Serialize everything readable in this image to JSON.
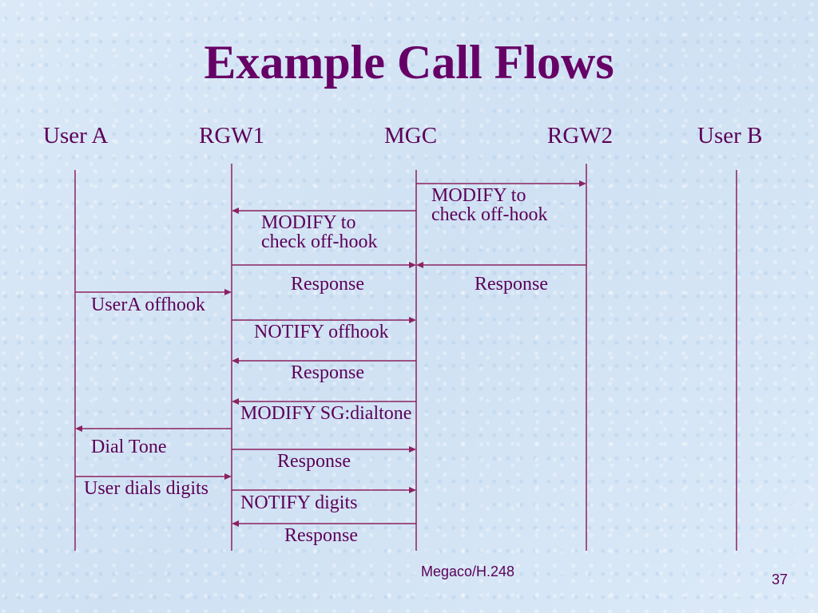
{
  "title": "Example Call Flows",
  "entities": [
    "User A",
    "RGW1",
    "MGC",
    "RGW2",
    "User B"
  ],
  "colors": {
    "text": "#660066",
    "line": "#8b2262",
    "background": "#d6e6f5"
  },
  "messages": [
    {
      "from": "MGC",
      "to": "RGW2",
      "label": "MODIFY to\ncheck off-hook"
    },
    {
      "from": "MGC",
      "to": "RGW1",
      "label": "MODIFY to\ncheck off-hook"
    },
    {
      "from": "RGW1",
      "to": "MGC",
      "label": "Response"
    },
    {
      "from": "RGW2",
      "to": "MGC",
      "label": "Response"
    },
    {
      "from": "User A",
      "to": "RGW1",
      "label": "UserA offhook"
    },
    {
      "from": "RGW1",
      "to": "MGC",
      "label": "NOTIFY offhook"
    },
    {
      "from": "MGC",
      "to": "RGW1",
      "label": "Response"
    },
    {
      "from": "MGC",
      "to": "RGW1",
      "label": "MODIFY SG:dialtone"
    },
    {
      "from": "RGW1",
      "to": "User A",
      "label": "Dial Tone"
    },
    {
      "from": "RGW1",
      "to": "MGC",
      "label": "Response"
    },
    {
      "from": "User A",
      "to": "RGW1",
      "label": "User dials digits"
    },
    {
      "from": "RGW1",
      "to": "MGC",
      "label": "NOTIFY digits"
    },
    {
      "from": "MGC",
      "to": "RGW1",
      "label": "Response"
    }
  ],
  "footer": "Megaco/H.248",
  "page_number": "37"
}
